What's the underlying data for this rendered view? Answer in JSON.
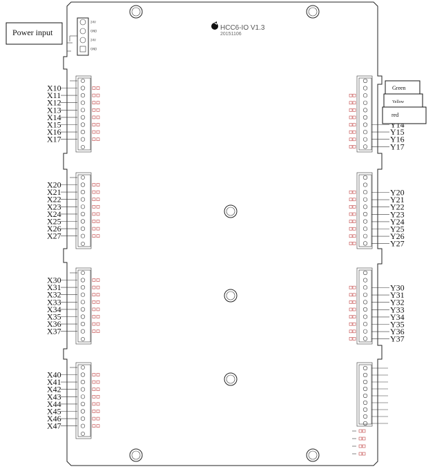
{
  "board": {
    "model": "HCC6-IO V1.3",
    "date": "20151106"
  },
  "callouts": {
    "power": "Power input",
    "green": "Green",
    "yellow": "Yellow",
    "red": "red"
  },
  "power_pins": [
    "24V",
    "GND",
    "24V",
    "GND"
  ],
  "input_groups": [
    {
      "labels": [
        "X10",
        "X11",
        "X12",
        "X13",
        "X14",
        "X15",
        "X16",
        "X17"
      ]
    },
    {
      "labels": [
        "X20",
        "X21",
        "X22",
        "X23",
        "X24",
        "X25",
        "X26",
        "X27"
      ]
    },
    {
      "labels": [
        "X30",
        "X31",
        "X32",
        "X33",
        "X34",
        "X35",
        "X36",
        "X37"
      ]
    },
    {
      "labels": [
        "X40",
        "X41",
        "X42",
        "X43",
        "X44",
        "X45",
        "X46",
        "X47"
      ]
    }
  ],
  "output_groups": [
    {
      "labels": [
        "Y14",
        "Y15",
        "Y16",
        "Y17"
      ]
    },
    {
      "labels": [
        "Y20",
        "Y21",
        "Y22",
        "Y23",
        "Y24",
        "Y25",
        "Y26",
        "Y27"
      ]
    },
    {
      "labels": [
        "Y30",
        "Y31",
        "Y32",
        "Y33",
        "Y34",
        "Y35",
        "Y36",
        "Y37"
      ]
    }
  ],
  "colors": {
    "line": "#222222",
    "led": "#c04040"
  }
}
